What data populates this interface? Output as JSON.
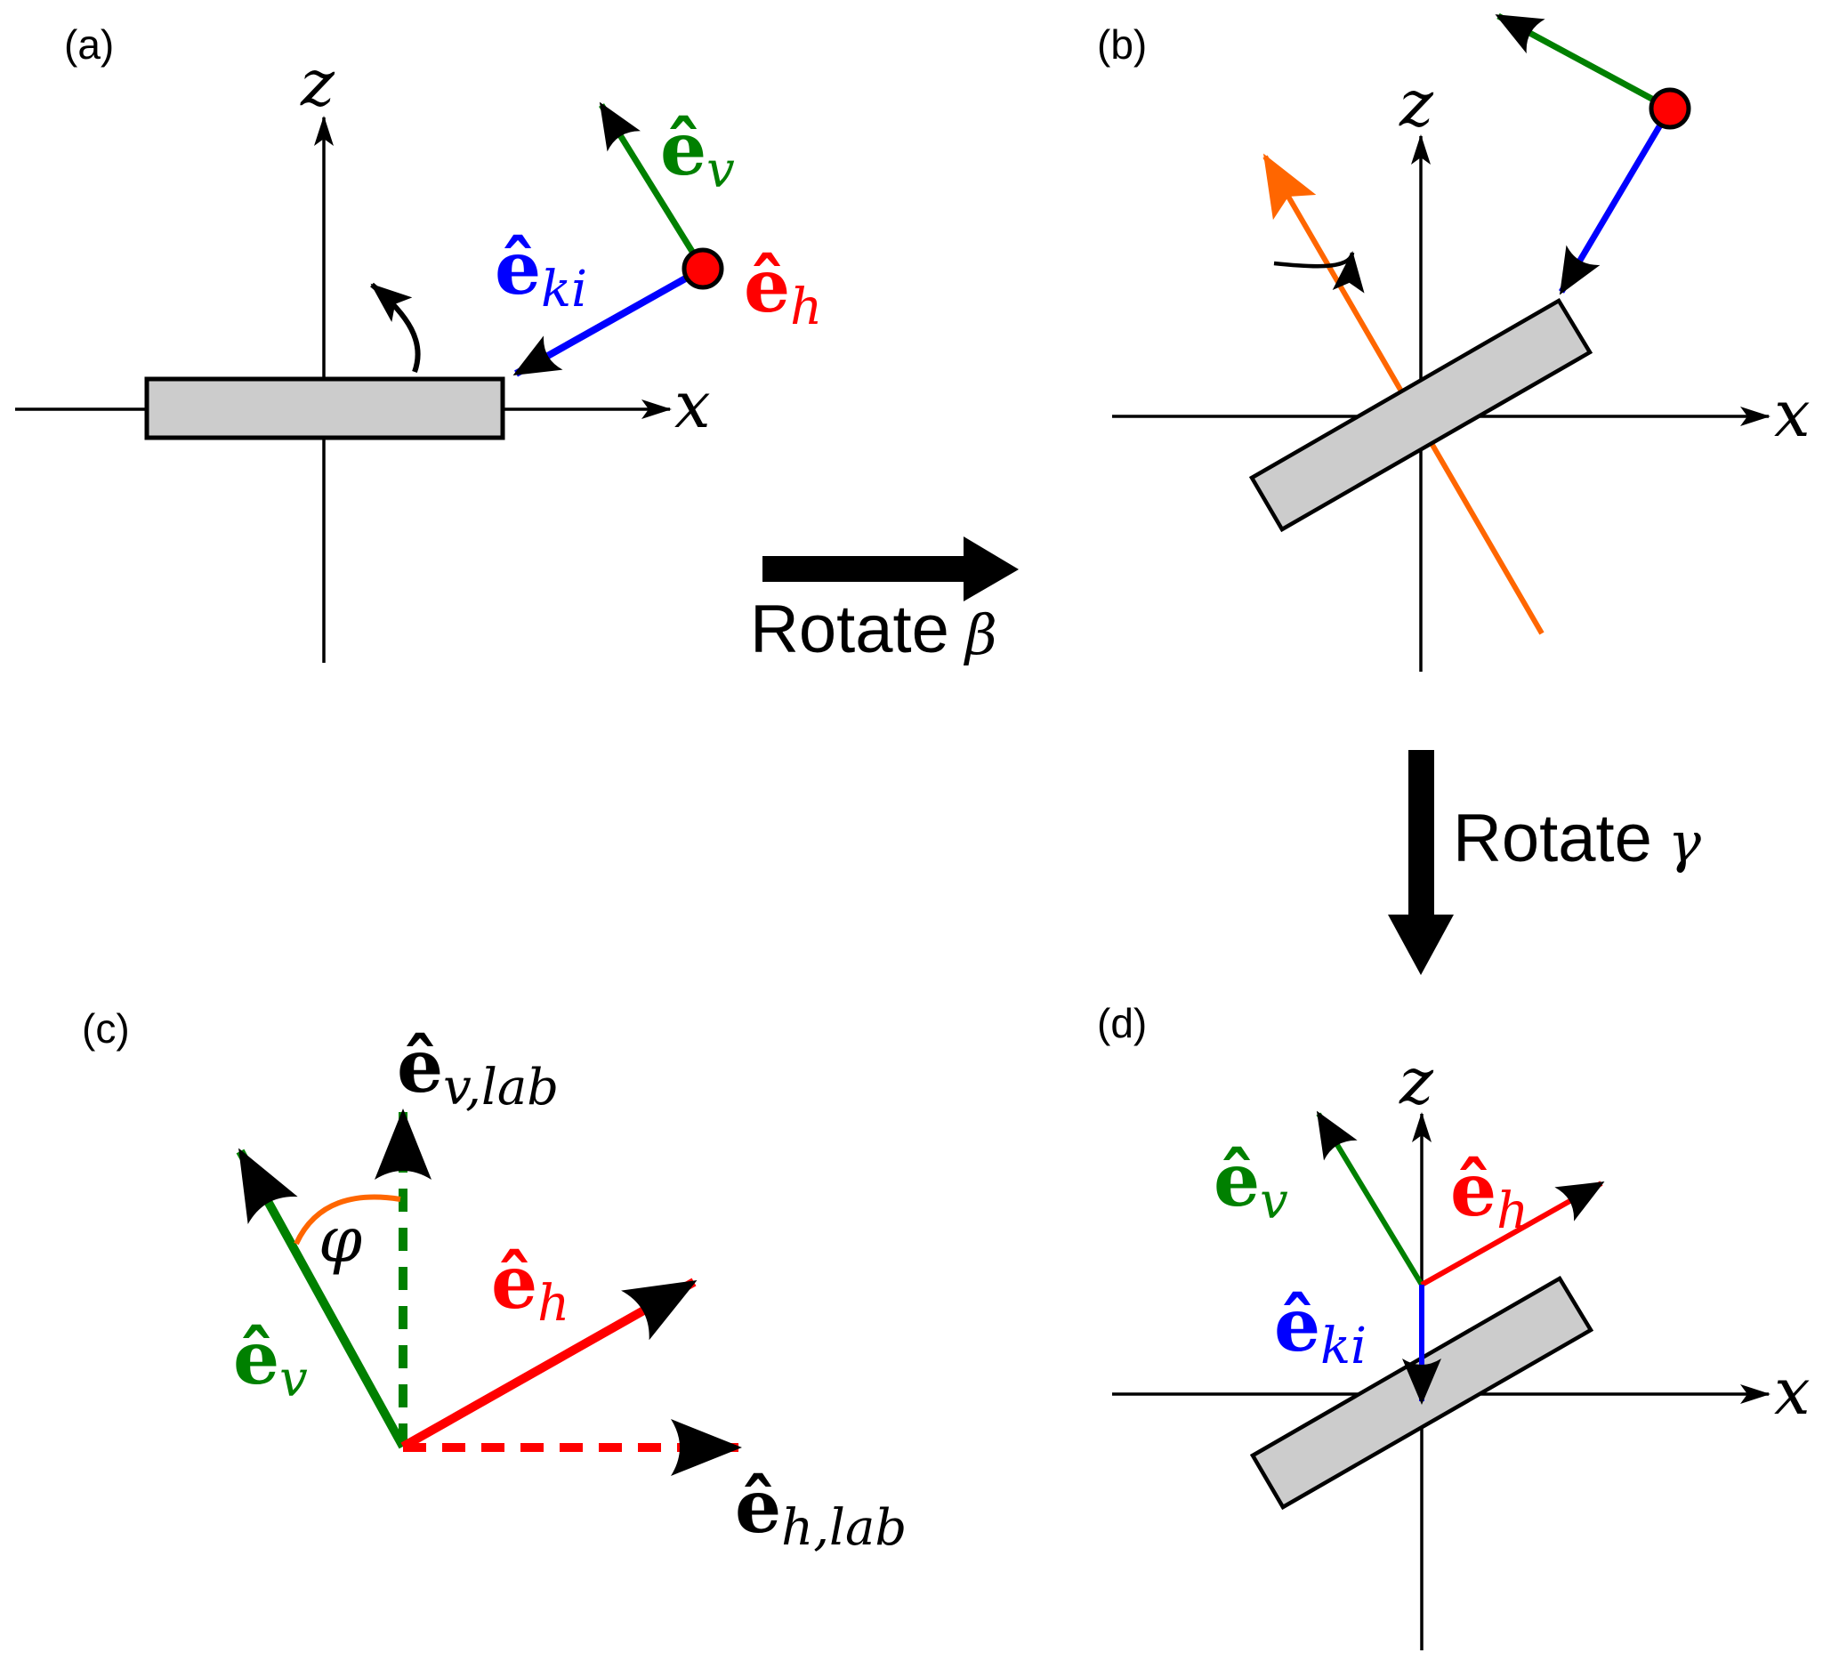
{
  "figure": {
    "colors": {
      "green": "#008000",
      "blue": "#0000ff",
      "red": "#ff0000",
      "orange": "#ff6600",
      "plate_fill": "#cccccc",
      "black": "#000000"
    },
    "panels": {
      "a": {
        "label": "(a)",
        "axis_z": "z",
        "axis_x": "x",
        "vec_v": {
          "main": "ê",
          "sub": "v"
        },
        "vec_ki": {
          "main": "ê",
          "sub": "ki"
        },
        "vec_h": {
          "main": "ê",
          "sub": "h"
        }
      },
      "b": {
        "label": "(b)",
        "axis_z": "z",
        "axis_x": "x"
      },
      "c": {
        "label": "(c)",
        "vec_v_lab": {
          "main": "ê",
          "sub": "v,lab"
        },
        "vec_h_lab": {
          "main": "ê",
          "sub": "h,lab"
        },
        "vec_h": {
          "main": "ê",
          "sub": "h"
        },
        "vec_v": {
          "main": "ê",
          "sub": "v"
        },
        "angle": "φ"
      },
      "d": {
        "label": "(d)",
        "axis_z": "z",
        "axis_x": "x",
        "vec_v": {
          "main": "ê",
          "sub": "v"
        },
        "vec_h": {
          "main": "ê",
          "sub": "h"
        },
        "vec_ki": {
          "main": "ê",
          "sub": "ki"
        }
      }
    },
    "transitions": {
      "beta": {
        "text": "Rotate",
        "symbol": "β"
      },
      "gamma": {
        "text": "Rotate",
        "symbol": "γ"
      }
    }
  }
}
